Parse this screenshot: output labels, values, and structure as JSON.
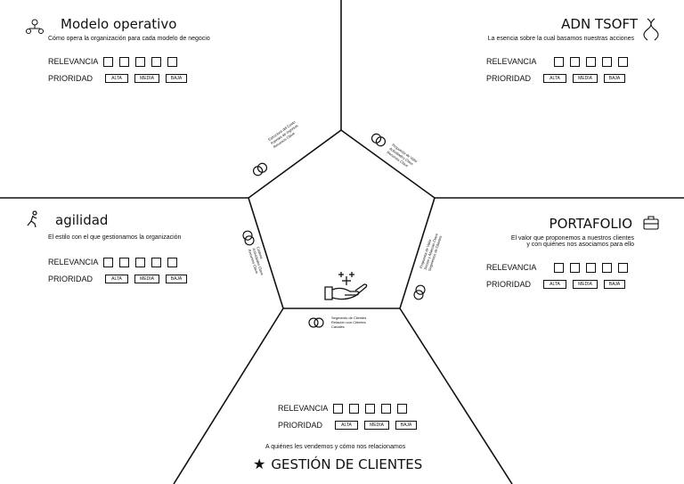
{
  "sections": {
    "modelo": {
      "title": "Modelo operativo",
      "subtitle": "Cómo opera la organización para cada modelo de negocio",
      "icon": "network-gear-icon"
    },
    "adn": {
      "title": "ADN TSOFT",
      "subtitle": "La esencia sobre la cual basamos nuestras acciones",
      "icon": "dna-icon"
    },
    "agilidad": {
      "title": "agilidad",
      "subtitle": "El estilo con el que gestionamos la organización",
      "icon": "runner-icon"
    },
    "portafolio": {
      "title": "PORTAFOLIO",
      "subtitle_line1": "El valor que proponemos a nuestros clientes",
      "subtitle_line2": "y con quiénes nos asociamos para ello",
      "icon": "briefcase-icon"
    },
    "clientes": {
      "title": "GESTIÓN DE CLIENTES",
      "subtitle": "A quiénes les vendemos y cómo nos relacionamos",
      "icon": "star-badge-icon"
    }
  },
  "labels": {
    "relevancia": "RELEVANCIA",
    "prioridad": "PRIORIDAD",
    "alta": "ALTA",
    "media": "MEDIA",
    "baja": "BAJA"
  },
  "center_icon": "hand-sparkle-icon",
  "links": {
    "modelo": [
      "Estructura del Costo",
      "Fuentes de Ingresos",
      "Recursos Clave"
    ],
    "adn": [
      "Propuesta de Valor",
      "Actividades Clave",
      "Recursos Clave"
    ],
    "agilidad": [
      "Cadena",
      "Actividades Clave",
      "Recursos Clave"
    ],
    "portafolio": [
      "Propuesta de Valor",
      "Socios y Alianzas Clave",
      "Segmentos de Clientes"
    ],
    "clientes": [
      "Segmento de Clientes",
      "Relación con Clientes",
      "Canales"
    ]
  },
  "colors": {
    "line": "#111111",
    "background": "#ffffff"
  }
}
